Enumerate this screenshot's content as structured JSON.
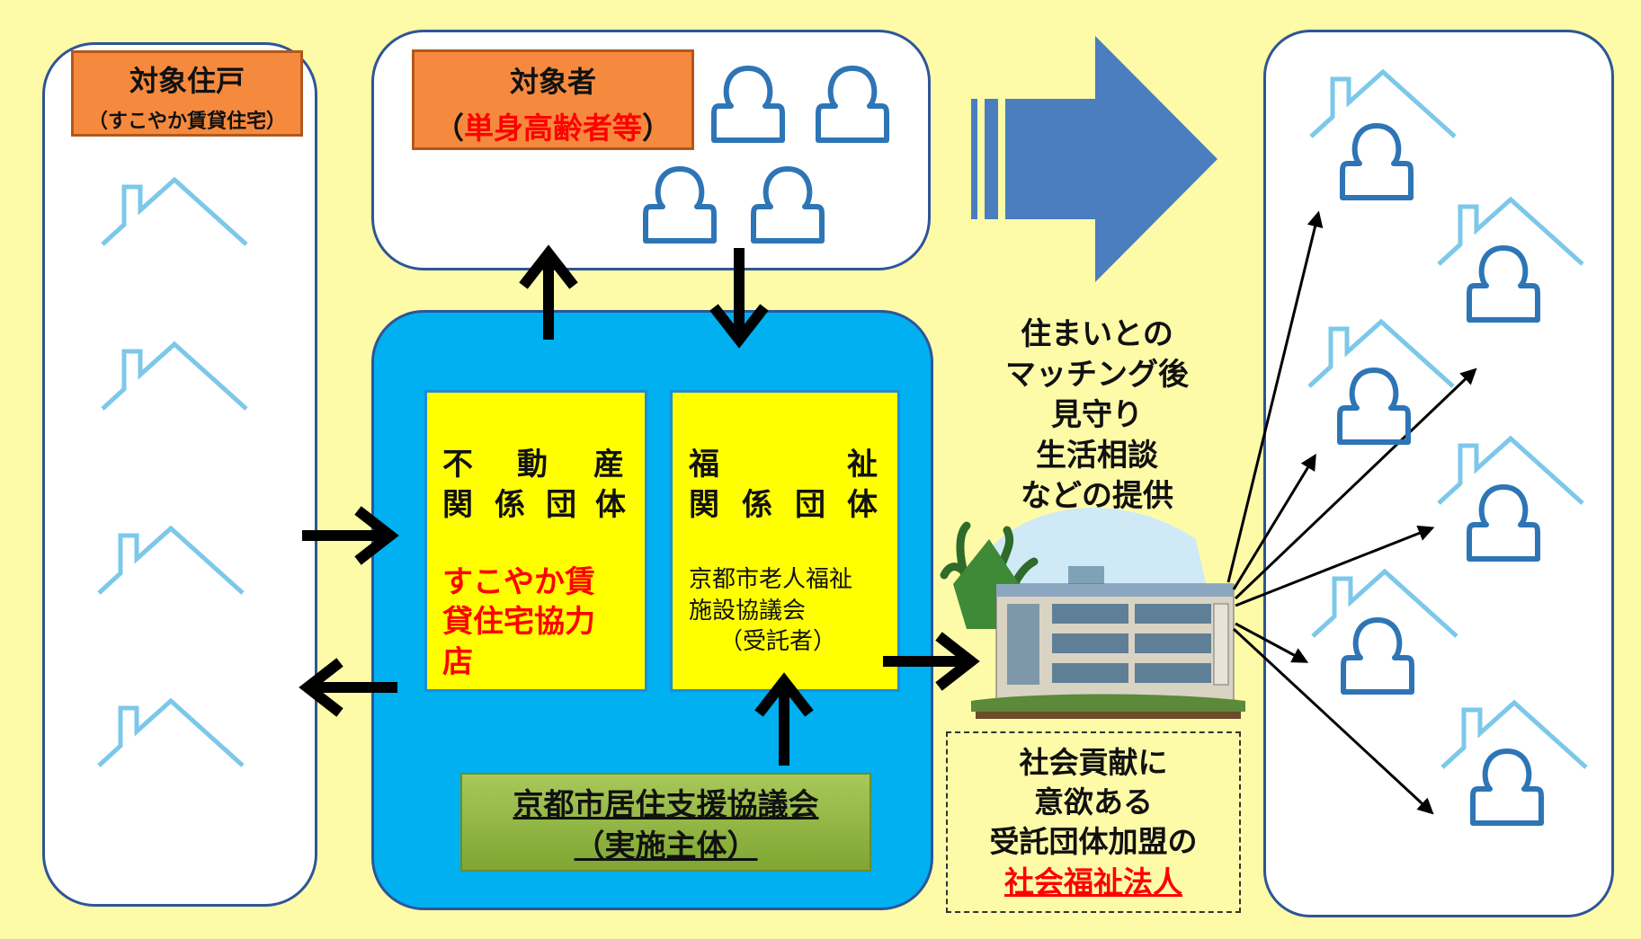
{
  "target_housing": {
    "title": "対象住戸",
    "subtitle": "（すこやか賃貸住宅）"
  },
  "target_persons": {
    "title": "対象者",
    "paren_open": "（",
    "emphasis": "単身高齢者等",
    "paren_close": "）"
  },
  "real_estate": {
    "line1": [
      "不",
      "動",
      "産"
    ],
    "line2": [
      "関",
      "係",
      "団",
      "体"
    ],
    "red_line1": "すこやか賃",
    "red_line2": "貸住宅協力",
    "red_line3": "店"
  },
  "welfare": {
    "line1": [
      "福",
      "祉"
    ],
    "line2": [
      "関",
      "係",
      "団",
      "体"
    ],
    "org_line1": "京都市老人福祉",
    "org_line2": "施設協議会",
    "org_line3": "（受託者）"
  },
  "council": {
    "line1": "京都市居住支援協議会",
    "line2": "（実施主体）"
  },
  "services": {
    "line1": "住まいとの",
    "line2": "マッチング後",
    "line3": "見守り",
    "line4": "生活相談",
    "line5": "などの提供"
  },
  "corporation": {
    "line1": "社会貢献に",
    "line2": "意欲ある",
    "line3": "受託団体加盟の",
    "emphasis": "社会福祉法人"
  },
  "colors": {
    "background": "#fdfba8",
    "blue_panel": "#00b0f0",
    "yellow_box": "#ffff00",
    "orange_label": "#f58a3e",
    "green_box": "#8fb83d",
    "red_text": "#ff0000",
    "icon_blue": "#2e75b6",
    "roof_blue": "#7cc8ea",
    "arrow_blue": "#4a7ebf"
  },
  "icons": [
    "house-roof-icon",
    "person-icon",
    "building-illustration",
    "big-right-arrow-icon"
  ]
}
